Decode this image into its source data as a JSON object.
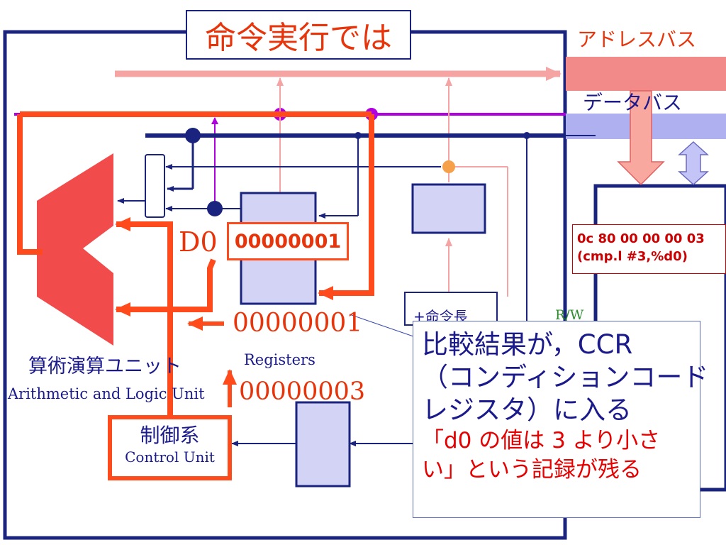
{
  "title": "命令実行では",
  "bus": {
    "address_label": "アドレスバス",
    "data_label": "データバス"
  },
  "register": {
    "name": "D0",
    "value": "00000001"
  },
  "operands": {
    "register_operand": "00000001",
    "immediate_operand": "00000003"
  },
  "registers_label": "Registers",
  "alu": {
    "label_ja": "算術演算ユニット",
    "label_en": "Arithmetic and Logic Unit"
  },
  "control_unit": {
    "label_ja": "制御系",
    "label_en": "Control Unit"
  },
  "memory_instruction": {
    "machine_code": "0c 80 00 00 00 03",
    "assembly": "(cmp.l #3,%d0)"
  },
  "rw_label": "R/W",
  "hidden_label_fragment": "+命令長",
  "note": {
    "line1": "比較結果が，CCR",
    "line2": "（コンディションコード",
    "line3": "レジスタ）に入る",
    "line4": "「d0 の値は 3 より小さ",
    "line5": "い」という記録が残る"
  },
  "colors": {
    "title_red": "#e8340a",
    "highlight_orange": "#ff4a1c",
    "address_bus": "#f28a8a",
    "data_bus": "#aeb0f0",
    "signal_purple": "#b000e0",
    "navy": "#1a237e",
    "alu_red": "#f24b4b",
    "register_fill": "#d3d3f5"
  }
}
